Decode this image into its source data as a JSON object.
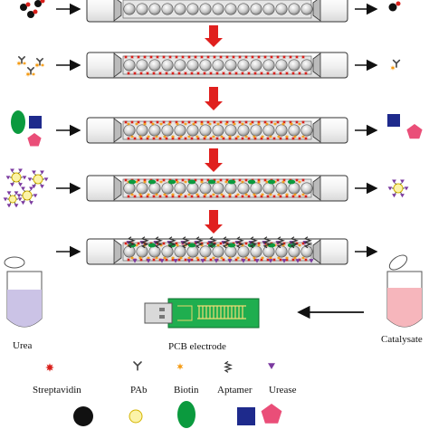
{
  "labels": {
    "urea": "Urea",
    "pcb": "PCB electrode",
    "catalysate": "Catalysate"
  },
  "legend": [
    {
      "label": "Streptavidin",
      "icon": "streptavidin-icon"
    },
    {
      "label": "PAb",
      "icon": "pab-icon"
    },
    {
      "label": "Biotin",
      "icon": "biotin-icon"
    },
    {
      "label": "Aptamer",
      "icon": "aptamer-icon"
    },
    {
      "label": "Urease",
      "icon": "urease-icon"
    }
  ],
  "bottom_icons": [
    "black-circle-icon",
    "yellow-circle-icon",
    "green-ellipse-icon",
    "blue-square-icon",
    "pink-pentagon-icon"
  ],
  "colors": {
    "arrow_red": "#e0201e",
    "streptavidin": "#d9201b",
    "biotin": "#f59a12",
    "pab": "#555555",
    "urease": "#7b3aa0",
    "green": "#0b9a3e",
    "blue": "#1e2a8c",
    "pink": "#ea4e78",
    "yellow": "#fbf3a8",
    "pcb_board": "#1fae4f",
    "urea_liquid": "#cbc3e6",
    "catalysate_liquid": "#f6b6bc"
  }
}
